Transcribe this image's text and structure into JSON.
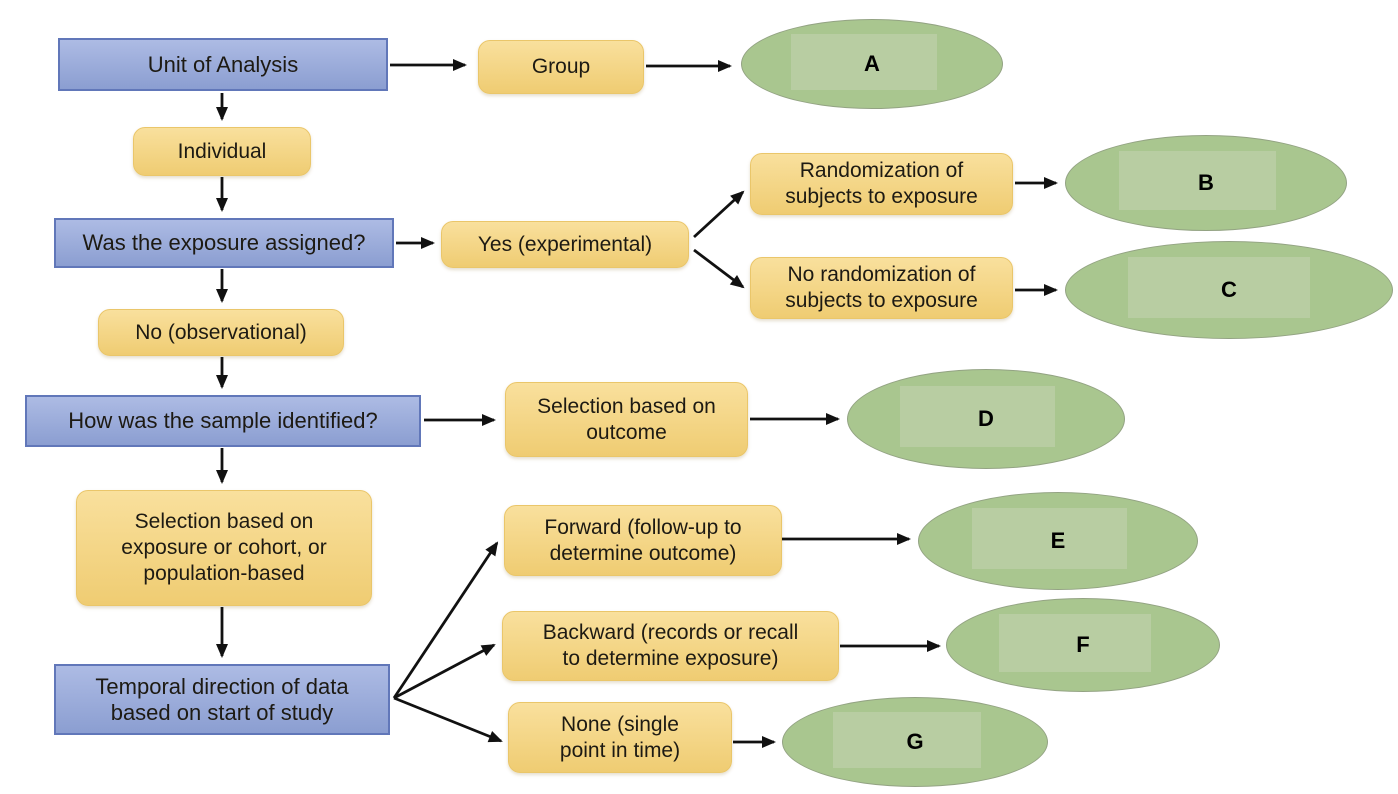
{
  "diagram": {
    "title": "Study design classification flowchart",
    "colors": {
      "decision_fill": "#8b9ed1",
      "decision_border": "#6177b9",
      "option_fill": "#f3d27f",
      "result_fill": "#a9c68f",
      "result_patch": "#b8cda2",
      "arrow": "#111111",
      "text": "#1d1a13",
      "background": "#ffffff"
    },
    "nodes": {
      "unit_of_analysis": {
        "type": "decision",
        "label": "Unit of Analysis"
      },
      "group": {
        "type": "option",
        "label": "Group"
      },
      "a": {
        "type": "result",
        "label": "A"
      },
      "individual": {
        "type": "option",
        "label": "Individual"
      },
      "was_exposure_assigned": {
        "type": "decision",
        "label": "Was the exposure assigned?"
      },
      "yes_experimental": {
        "type": "option",
        "label": "Yes (experimental)"
      },
      "randomization": {
        "type": "option",
        "label": "Randomization of\nsubjects to exposure"
      },
      "b": {
        "type": "result",
        "label": "B"
      },
      "no_randomization": {
        "type": "option",
        "label": "No randomization of\nsubjects to exposure"
      },
      "c": {
        "type": "result",
        "label": "C"
      },
      "no_observational": {
        "type": "option",
        "label": "No (observational)"
      },
      "how_sample_identified": {
        "type": "decision",
        "label": "How was the sample identified?"
      },
      "selection_outcome": {
        "type": "option",
        "label": "Selection based on\noutcome"
      },
      "d": {
        "type": "result",
        "label": "D"
      },
      "selection_exposure": {
        "type": "option",
        "label": "Selection based on\nexposure or cohort, or\npopulation-based"
      },
      "temporal_direction": {
        "type": "decision",
        "label": "Temporal direction of data\nbased on start of study"
      },
      "forward": {
        "type": "option",
        "label": "Forward (follow-up to\ndetermine outcome)"
      },
      "e": {
        "type": "result",
        "label": "E"
      },
      "backward": {
        "type": "option",
        "label": "Backward (records or recall\nto determine exposure)"
      },
      "f": {
        "type": "result",
        "label": "F"
      },
      "none_single": {
        "type": "option",
        "label": "None (single\npoint in time)"
      },
      "g": {
        "type": "result",
        "label": "G"
      }
    },
    "edges": [
      {
        "from": "unit_of_analysis",
        "to": "group"
      },
      {
        "from": "group",
        "to": "a"
      },
      {
        "from": "unit_of_analysis",
        "to": "individual"
      },
      {
        "from": "individual",
        "to": "was_exposure_assigned"
      },
      {
        "from": "was_exposure_assigned",
        "to": "yes_experimental"
      },
      {
        "from": "yes_experimental",
        "to": "randomization"
      },
      {
        "from": "yes_experimental",
        "to": "no_randomization"
      },
      {
        "from": "randomization",
        "to": "b"
      },
      {
        "from": "no_randomization",
        "to": "c"
      },
      {
        "from": "was_exposure_assigned",
        "to": "no_observational"
      },
      {
        "from": "no_observational",
        "to": "how_sample_identified"
      },
      {
        "from": "how_sample_identified",
        "to": "selection_outcome"
      },
      {
        "from": "selection_outcome",
        "to": "d"
      },
      {
        "from": "how_sample_identified",
        "to": "selection_exposure"
      },
      {
        "from": "selection_exposure",
        "to": "temporal_direction"
      },
      {
        "from": "temporal_direction",
        "to": "forward"
      },
      {
        "from": "temporal_direction",
        "to": "backward"
      },
      {
        "from": "temporal_direction",
        "to": "none_single"
      },
      {
        "from": "forward",
        "to": "e"
      },
      {
        "from": "backward",
        "to": "f"
      },
      {
        "from": "none_single",
        "to": "g"
      }
    ]
  }
}
